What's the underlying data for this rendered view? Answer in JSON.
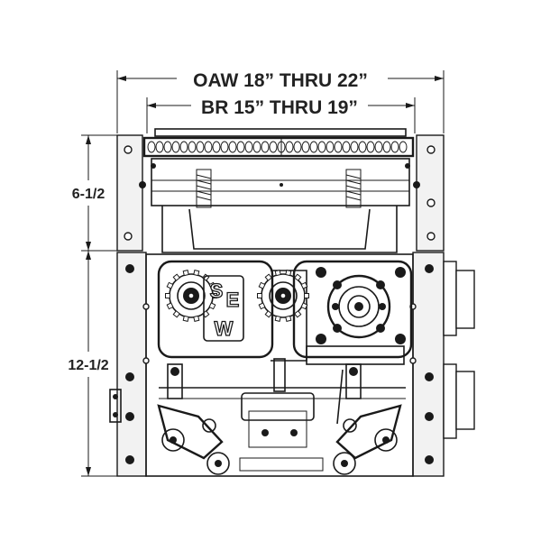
{
  "dimensions": {
    "oaw": "OAW 18”  THRU 22”",
    "br": "BR 15”  THRU 19”",
    "upper_height": "6-1/2",
    "lower_height": "12-1/2"
  },
  "logo": {
    "letters": [
      "S",
      "E",
      "W"
    ]
  },
  "colors": {
    "line": "#1a1a1a",
    "background": "#ffffff"
  }
}
